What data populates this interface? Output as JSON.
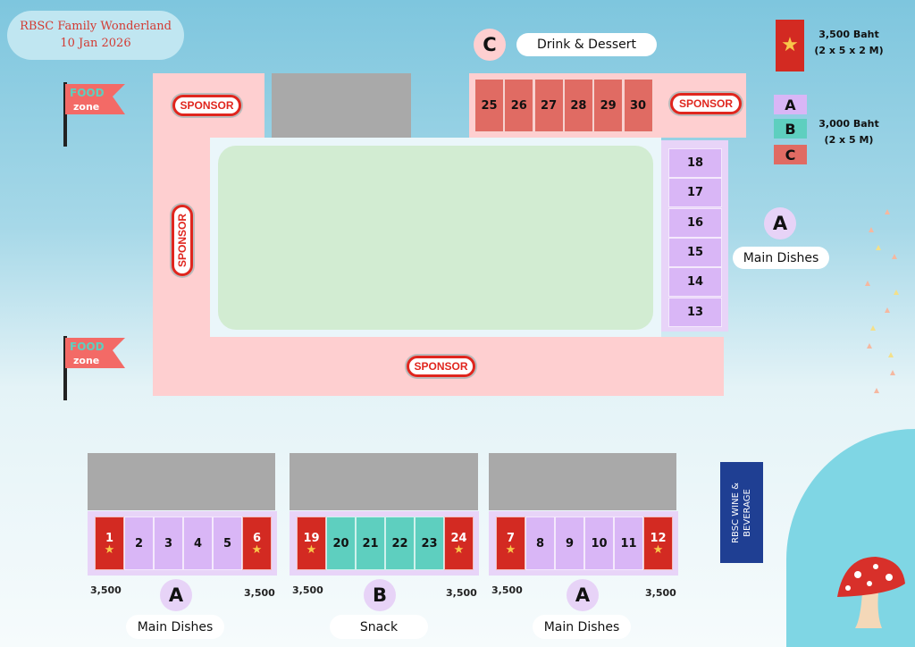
{
  "header": {
    "title": "RBSC Family Wonderland",
    "date": "10 Jan 2026"
  },
  "flags": {
    "text1": "FOOD",
    "text2": "zone"
  },
  "sponsor_label": "SPONSOR",
  "zone_c": {
    "letter": "C",
    "label": "Drink & Dessert",
    "stalls": [
      "25",
      "26",
      "27",
      "28",
      "29",
      "30"
    ]
  },
  "zone_right": {
    "letter": "A",
    "label": "Main Dishes",
    "stalls": [
      "18",
      "17",
      "16",
      "15",
      "14",
      "13"
    ]
  },
  "legend": {
    "premium_price": "3,500 Baht",
    "premium_size": "(2 x 5 x 2 M)",
    "a": "A",
    "b": "B",
    "c": "C",
    "standard_price": "3,000 Baht",
    "standard_size": "(2 x 5 M)"
  },
  "bottom_groups": [
    {
      "letter": "A",
      "label": "Main Dishes",
      "stalls": [
        "1",
        "2",
        "3",
        "4",
        "5",
        "6"
      ],
      "left_price": "3,500",
      "right_price": "3,500"
    },
    {
      "letter": "B",
      "label": "Snack",
      "stalls": [
        "19",
        "20",
        "21",
        "22",
        "23",
        "24"
      ],
      "left_price": "3,500",
      "right_price": "3,500"
    },
    {
      "letter": "A",
      "label": "Main Dishes",
      "stalls": [
        "7",
        "8",
        "9",
        "10",
        "11",
        "12"
      ],
      "left_price": "3,500",
      "right_price": "3,500"
    }
  ],
  "wine": {
    "label": "RBSC WINE & BEVERAGE"
  },
  "colors": {
    "premium": "#d32a22",
    "a": "#d9b6f6",
    "b": "#5ecfbf",
    "c": "#e06b63"
  }
}
